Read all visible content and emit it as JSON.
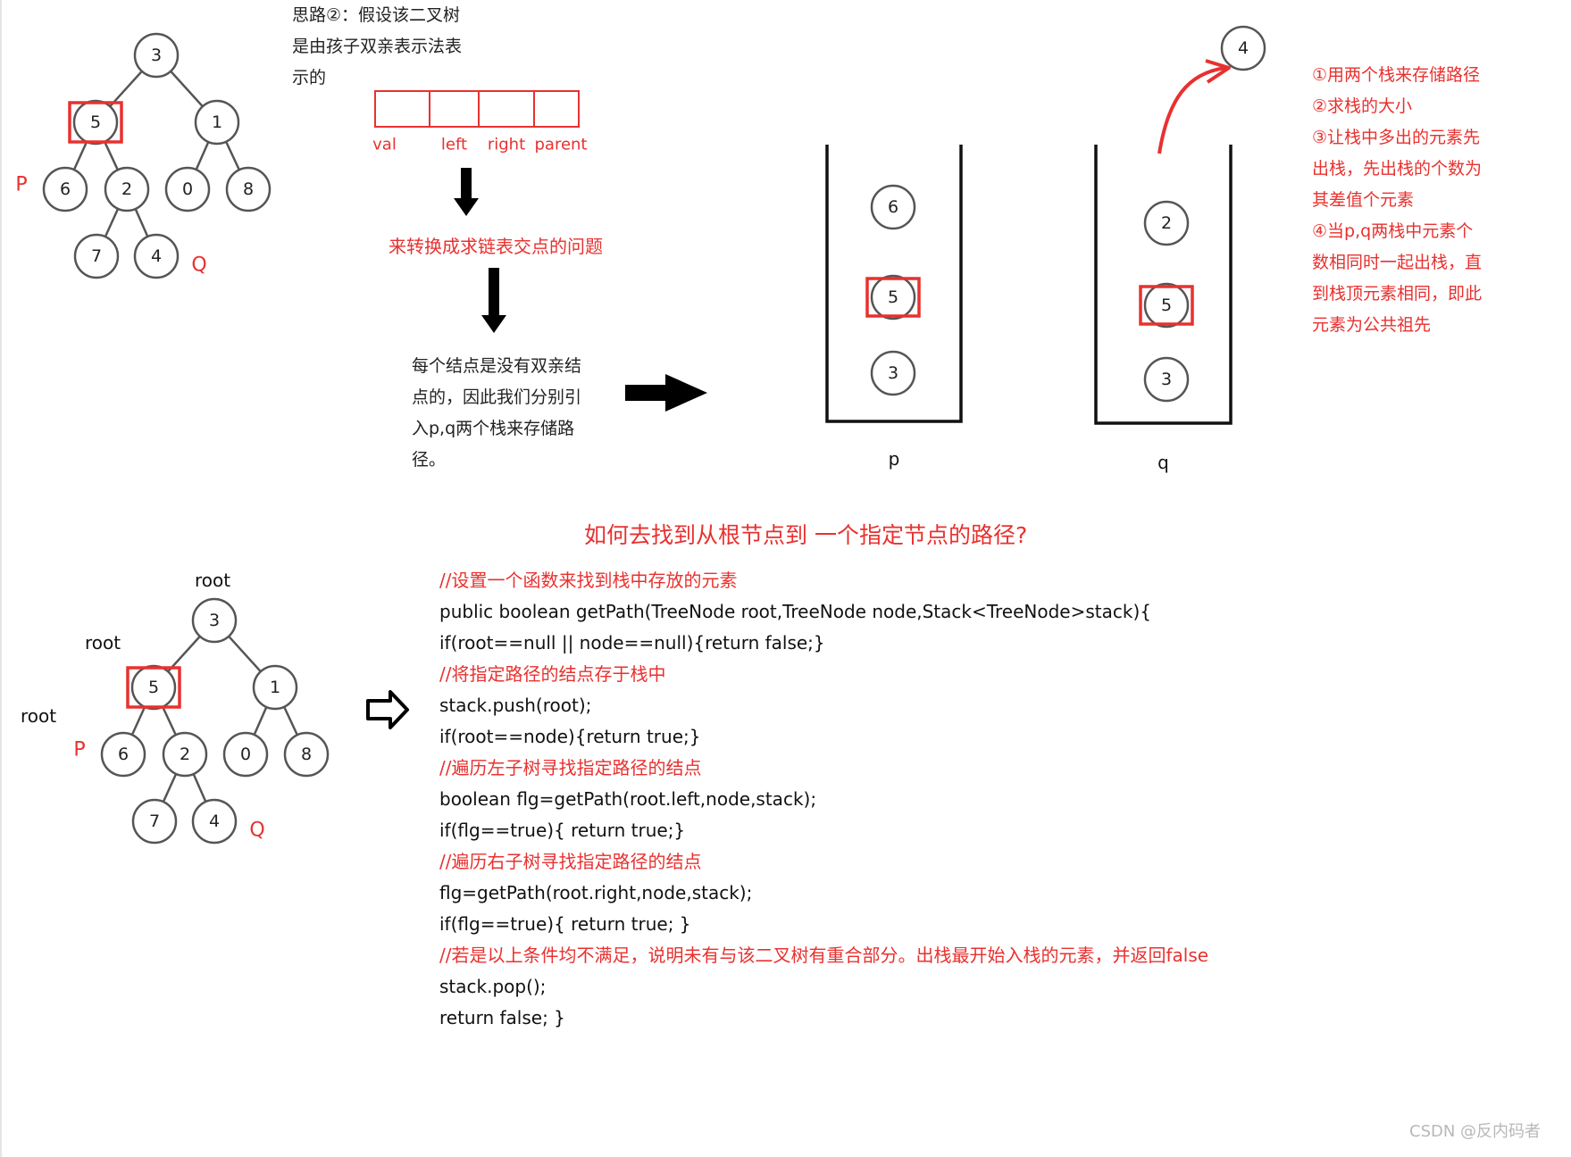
{
  "tree_values": {
    "root": "3",
    "left": "5",
    "right": "1",
    "left_left": "6",
    "left_right": "2",
    "right_left": "0",
    "right_right": "8",
    "left_right_left": "7",
    "left_right_right": "4"
  },
  "labels": {
    "p_marker": "P",
    "q_marker": "Q",
    "root_label": "root"
  },
  "idea": {
    "lines": [
      "思路②：假设该二叉树",
      "是由孩子双亲表示法表",
      "示的"
    ]
  },
  "node_fields": [
    "val",
    "left",
    "right",
    "parent"
  ],
  "convert_text": "来转换成求链表交点的问题",
  "explanation": {
    "lines": [
      "每个结点是没有双亲结",
      "点的，因此我们分别引",
      "入p,q两个栈来存储路",
      "径。"
    ]
  },
  "stack_p": {
    "label": "p",
    "nodes": [
      "6",
      "5",
      "3"
    ]
  },
  "stack_q": {
    "label": "q",
    "nodes": [
      "2",
      "5",
      "3"
    ],
    "popped": "4"
  },
  "steps": [
    "①用两个栈来存储路径",
    "②求栈的大小",
    "③让栈中多出的元素先",
    "出栈，先出栈的个数为",
    "其差值个元素",
    "④当p,q两栈中元素个",
    "数相同时一起出栈，直",
    "到栈顶元素相同，即此",
    "元素为公共祖先"
  ],
  "question": "如何去找到从根节点到  一个指定节点的路径?",
  "code_lines": [
    {
      "text": "//设置一个函数来找到栈中存放的元素",
      "comment": true
    },
    {
      "text": " public boolean getPath(TreeNode root,TreeNode node,Stack<TreeNode>stack){",
      "comment": false
    },
    {
      "text": "if(root==null || node==null){return false;}",
      "comment": false
    },
    {
      "text": "//将指定路径的结点存于栈中",
      "comment": true
    },
    {
      "text": "stack.push(root);",
      "comment": false
    },
    {
      "text": "if(root==node){return true;}",
      "comment": false
    },
    {
      "text": "//遍历左子树寻找指定路径的结点",
      "comment": true
    },
    {
      "text": "boolean flg=getPath(root.left,node,stack);",
      "comment": false
    },
    {
      "text": "if(flg==true){ return true;}",
      "comment": false
    },
    {
      "text": "//遍历右子树寻找指定路径的结点",
      "comment": true
    },
    {
      "text": " flg=getPath(root.right,node,stack);",
      "comment": false
    },
    {
      "text": " if(flg==true){ return true; }",
      "comment": false
    },
    {
      "text": "//若是以上条件均不满足，说明未有与该二叉树有重合部分。出栈最开始入栈的元素，并返回false",
      "comment": true
    },
    {
      "text": "stack.pop();",
      "comment": false
    },
    {
      "text": "return false; }",
      "comment": false
    }
  ],
  "watermark": "CSDN @反内码者",
  "colors": {
    "accent_red": "#e8312f",
    "ink": "#222222",
    "node_stroke": "#555555"
  }
}
